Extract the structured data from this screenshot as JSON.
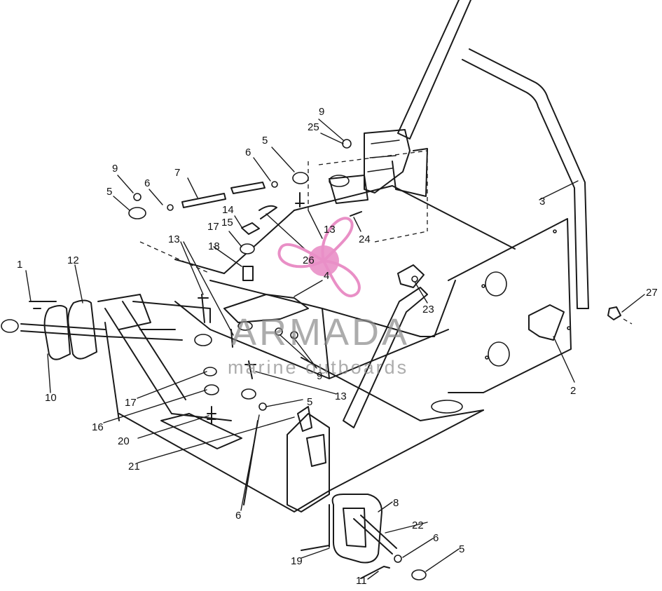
{
  "callouts": [
    {
      "id": "c1",
      "text": "1"
    },
    {
      "id": "c2",
      "text": "2"
    },
    {
      "id": "c3",
      "text": "3"
    },
    {
      "id": "c4",
      "text": "4"
    },
    {
      "id": "c5a",
      "text": "5"
    },
    {
      "id": "c5b",
      "text": "5"
    },
    {
      "id": "c5c",
      "text": "5"
    },
    {
      "id": "c5d",
      "text": "5"
    },
    {
      "id": "c6a",
      "text": "6"
    },
    {
      "id": "c6b",
      "text": "6"
    },
    {
      "id": "c6c",
      "text": "6"
    },
    {
      "id": "c6d",
      "text": "6"
    },
    {
      "id": "c7",
      "text": "7"
    },
    {
      "id": "c8",
      "text": "8"
    },
    {
      "id": "c9a",
      "text": "9"
    },
    {
      "id": "c9b",
      "text": "9"
    },
    {
      "id": "c9c",
      "text": "9"
    },
    {
      "id": "c10",
      "text": "10"
    },
    {
      "id": "c11",
      "text": "11"
    },
    {
      "id": "c12",
      "text": "12"
    },
    {
      "id": "c13a",
      "text": "13"
    },
    {
      "id": "c13b",
      "text": "13"
    },
    {
      "id": "c13c",
      "text": "13"
    },
    {
      "id": "c14",
      "text": "14"
    },
    {
      "id": "c15",
      "text": "15"
    },
    {
      "id": "c16",
      "text": "16"
    },
    {
      "id": "c17a",
      "text": "17"
    },
    {
      "id": "c17b",
      "text": "17"
    },
    {
      "id": "c18",
      "text": "18"
    },
    {
      "id": "c19",
      "text": "19"
    },
    {
      "id": "c20",
      "text": "20"
    },
    {
      "id": "c21",
      "text": "21"
    },
    {
      "id": "c22",
      "text": "22"
    },
    {
      "id": "c23",
      "text": "23"
    },
    {
      "id": "c24",
      "text": "24"
    },
    {
      "id": "c25",
      "text": "25"
    },
    {
      "id": "c26",
      "text": "26"
    },
    {
      "id": "c27",
      "text": "27"
    }
  ],
  "watermark": {
    "title": "ARMADA",
    "subtitle": "marine outboards",
    "logo_color": "#e98fc6",
    "logo_icon": "propeller-icon"
  },
  "colors": {
    "line": "#1a1a1a",
    "background": "#ffffff",
    "watermark_text": "#8a8a8a"
  }
}
